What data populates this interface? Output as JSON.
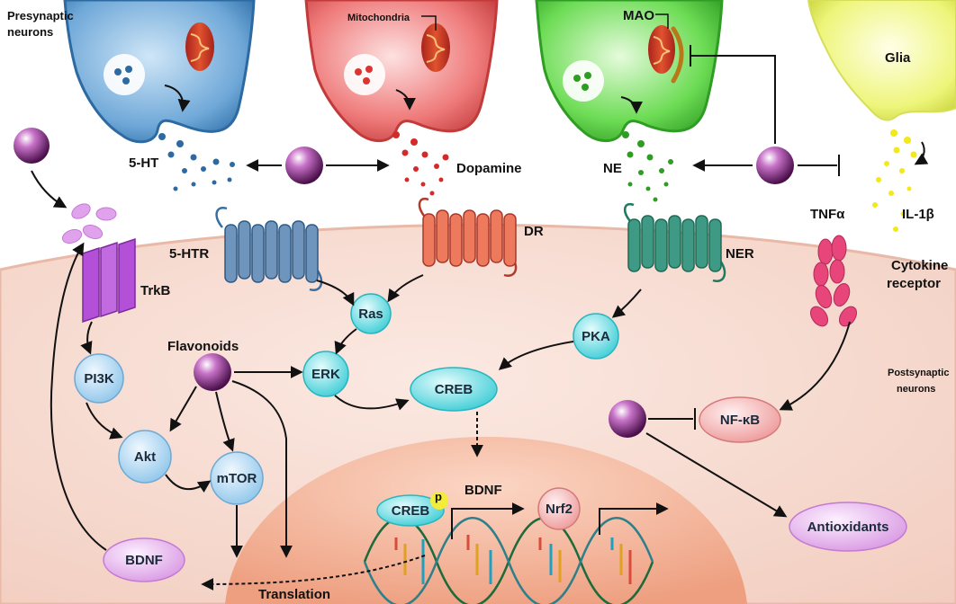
{
  "labels": {
    "presynaptic": [
      "Presynaptic",
      "neurons"
    ],
    "mitochondria": "Mitochondria",
    "mao": "MAO",
    "glia": "Glia",
    "ht5": "5-HT",
    "dopamine": "Dopamine",
    "ne": "NE",
    "tnfa": "TNFα",
    "il1b": "IL-1β",
    "ht5r": "5-HTR",
    "dr": "DR",
    "ner": "NER",
    "cytokine_receptor": [
      "Cytokine",
      "receptor"
    ],
    "trkb": "TrkB",
    "flavonoids": "Flavonoids",
    "postsynaptic": [
      "Postsynaptic",
      "neurons"
    ],
    "bdnf_gene": "BDNF",
    "p": "p",
    "translation": "Translation"
  },
  "nodes": {
    "ras": "Ras",
    "erk": "ERK",
    "pka": "PKA",
    "creb": "CREB",
    "pi3k": "PI3K",
    "akt": "Akt",
    "mtor": "mTOR",
    "bdnf": "BDNF",
    "nfkb": "NF-κB",
    "antioxidants": "Antioxidants",
    "creb_dna": "CREB",
    "nrf2": "Nrf2"
  },
  "colors": {
    "serotonin_neuron": "#4f8fc9",
    "dopamine_neuron": "#e25a5a",
    "ne_neuron": "#4fc943",
    "glia": "#e9f25a",
    "flavonoid": "#7a1f7a",
    "cyan_node": "#4fd8e0",
    "blue_node": "#9ed3f2",
    "pink_node": "#f2a9a9",
    "purple_node": "#e7b3ee",
    "cell_bg": "#f6d9cf",
    "nucleus": "#f3b8a0"
  }
}
